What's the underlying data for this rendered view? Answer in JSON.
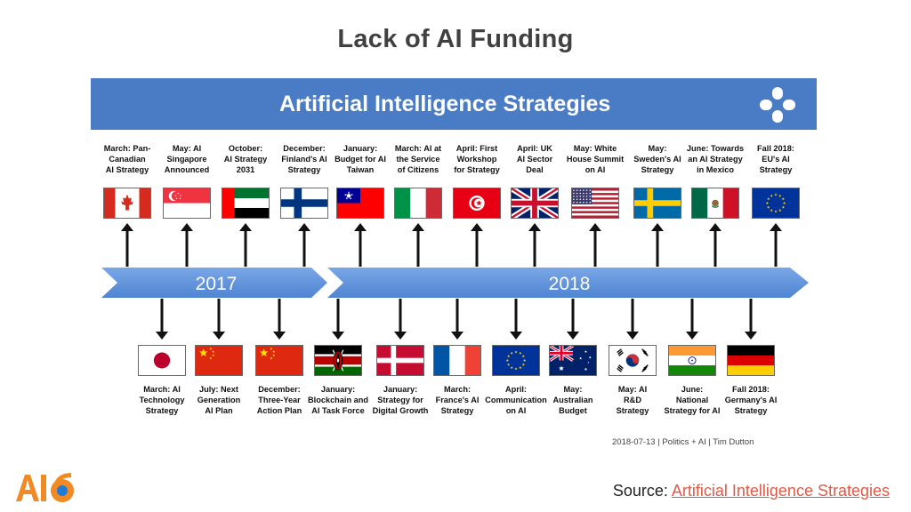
{
  "slide": {
    "title": "Lack of AI Funding"
  },
  "banner": {
    "title": "Artificial Intelligence Strategies",
    "logo_icon": "plus-cross-logo-icon"
  },
  "timeline": {
    "year_2017": "2017",
    "year_2018": "2018",
    "arrow_color": "#5b8ed6"
  },
  "top_events": [
    {
      "label": "March: Pan-\nCanadian\nAI Strategy",
      "flag": "canada"
    },
    {
      "label": "May: AI\nSingapore\nAnnounced",
      "flag": "singapore"
    },
    {
      "label": "October:\nAI Strategy\n2031",
      "flag": "uae"
    },
    {
      "label": "December:\nFinland's AI\nStrategy",
      "flag": "finland"
    },
    {
      "label": "January:\nBudget for AI\nTaiwan",
      "flag": "taiwan"
    },
    {
      "label": "March: AI at\nthe Service\nof Citizens",
      "flag": "italy"
    },
    {
      "label": "April: First\nWorkshop\nfor Strategy",
      "flag": "tunisia"
    },
    {
      "label": "April: UK\nAI Sector\nDeal",
      "flag": "uk"
    },
    {
      "label": "May: White\nHouse Summit\non AI",
      "flag": "usa"
    },
    {
      "label": "May:\nSweden's AI\nStrategy",
      "flag": "sweden"
    },
    {
      "label": "June: Towards\nan AI Strategy\nin Mexico",
      "flag": "mexico"
    },
    {
      "label": "Fall 2018:\nEU's AI\nStrategy",
      "flag": "eu"
    }
  ],
  "bottom_events": [
    {
      "label": "March: AI\nTechnology\nStrategy",
      "flag": "japan"
    },
    {
      "label": "July: Next\nGeneration\nAI Plan",
      "flag": "china"
    },
    {
      "label": "December:\nThree-Year\nAction Plan",
      "flag": "china"
    },
    {
      "label": "January:\nBlockchain and\nAI Task Force",
      "flag": "kenya"
    },
    {
      "label": "January:\nStrategy for\nDigital Growth",
      "flag": "denmark"
    },
    {
      "label": "March:\nFrance's AI\nStrategy",
      "flag": "france"
    },
    {
      "label": "April:\nCommunication\non AI",
      "flag": "eu"
    },
    {
      "label": "May:\nAustralian\nBudget",
      "flag": "australia"
    },
    {
      "label": "May: AI\nR&D\nStrategy",
      "flag": "korea"
    },
    {
      "label": "June:\nNational\nStrategy for AI",
      "flag": "india"
    },
    {
      "label": "Fall 2018:\nGermany's AI\nStrategy",
      "flag": "germany"
    }
  ],
  "credit": "2018-07-13 | Politics + AI | Tim Dutton",
  "footer": {
    "source_prefix": "Source:",
    "source_link": "Artificial Intelligence Strategies",
    "logo_icon": "ai6-logo-icon"
  },
  "colors": {
    "banner": "#4a7cc6",
    "link": "#e05a47",
    "title": "#404040",
    "logo_blue": "#1f7bd6",
    "logo_orange": "#f08a24"
  }
}
